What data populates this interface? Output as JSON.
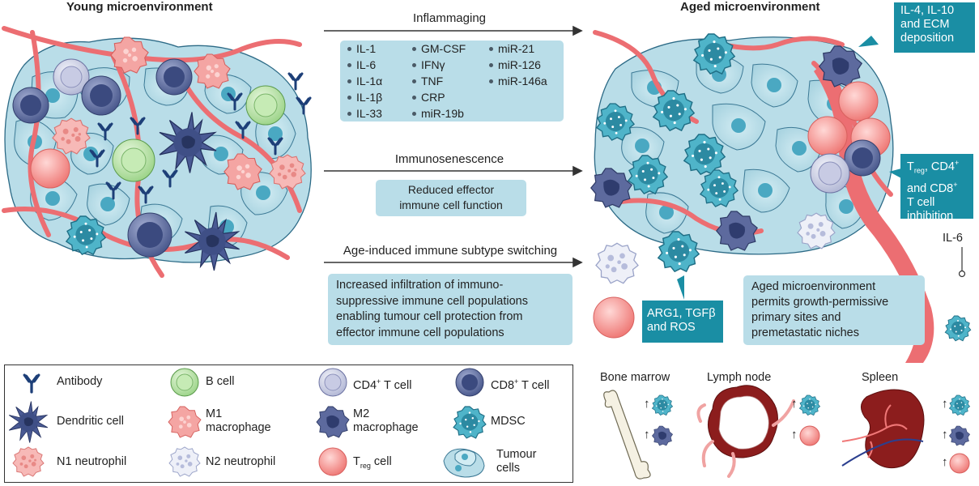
{
  "titles": {
    "young": "Young microenvironment",
    "aged": "Aged microenvironment"
  },
  "inflammaging": {
    "heading": "Inflammaging",
    "col1": [
      "IL-1",
      "IL-6",
      "IL-1α",
      "IL-1β",
      "IL-33"
    ],
    "col2": [
      "GM-CSF",
      "IFNγ",
      "TNF",
      "CRP",
      "miR-19b"
    ],
    "col3": [
      "miR-21",
      "miR-126",
      "miR-146a"
    ]
  },
  "immunosenescence": {
    "heading": "Immunosenescence",
    "line1": "Reduced effector",
    "line2": "immune cell function"
  },
  "switching": {
    "heading": "Age-induced immune subtype switching",
    "line1": "Increased infiltration of immuno-",
    "line2": "suppressive immune cell populations",
    "line3": "enabling tumour cell protection from",
    "line4": "effector immune cell populations"
  },
  "callouts": {
    "il4": {
      "line1": "IL-4, IL-10",
      "line2": "and ECM",
      "line3": "deposition"
    },
    "treg": {
      "t": "T",
      "sub": "reg",
      "rest1": ", CD4",
      "sup1": "+",
      "line2a": "and CD8",
      "sup2": "+",
      "line3": "T cell",
      "line4": "inhibition"
    },
    "arg": {
      "line1": "ARG1, TGFβ",
      "line2": "and ROS"
    },
    "il6": "IL-6",
    "aged_box": {
      "line1": "Aged microenvironment",
      "line2": "permits growth-permissive",
      "line3": "primary sites and",
      "line4": "premetastatic niches"
    }
  },
  "organs": {
    "bone": "Bone marrow",
    "lymph": "Lymph node",
    "spleen": "Spleen",
    "arrow": "↑"
  },
  "legend": {
    "antibody": "Antibody",
    "bcell": "B cell",
    "cd4": {
      "a": "CD4",
      "sup": "+",
      "b": " T cell"
    },
    "cd8": {
      "a": "CD8",
      "sup": "+",
      "b": " T cell"
    },
    "dendritic": "Dendritic cell",
    "m1": {
      "line1": "M1",
      "line2": "macrophage"
    },
    "m2": {
      "line1": "M2",
      "line2": "macrophage"
    },
    "mdsc": "MDSC",
    "n1": "N1 neutrophil",
    "n2": "N2 neutrophil",
    "treg": {
      "a": "T",
      "sub": "reg",
      "b": " cell"
    },
    "tumour": {
      "line1": "Tumour",
      "line2": "cells"
    }
  },
  "colors": {
    "tumour_fill": "#b9dde8",
    "vessel": "#ec6e72",
    "teal_box": "#1a8ea4",
    "cd8": "#5a6a9c",
    "antibody": "#1d3f78"
  }
}
